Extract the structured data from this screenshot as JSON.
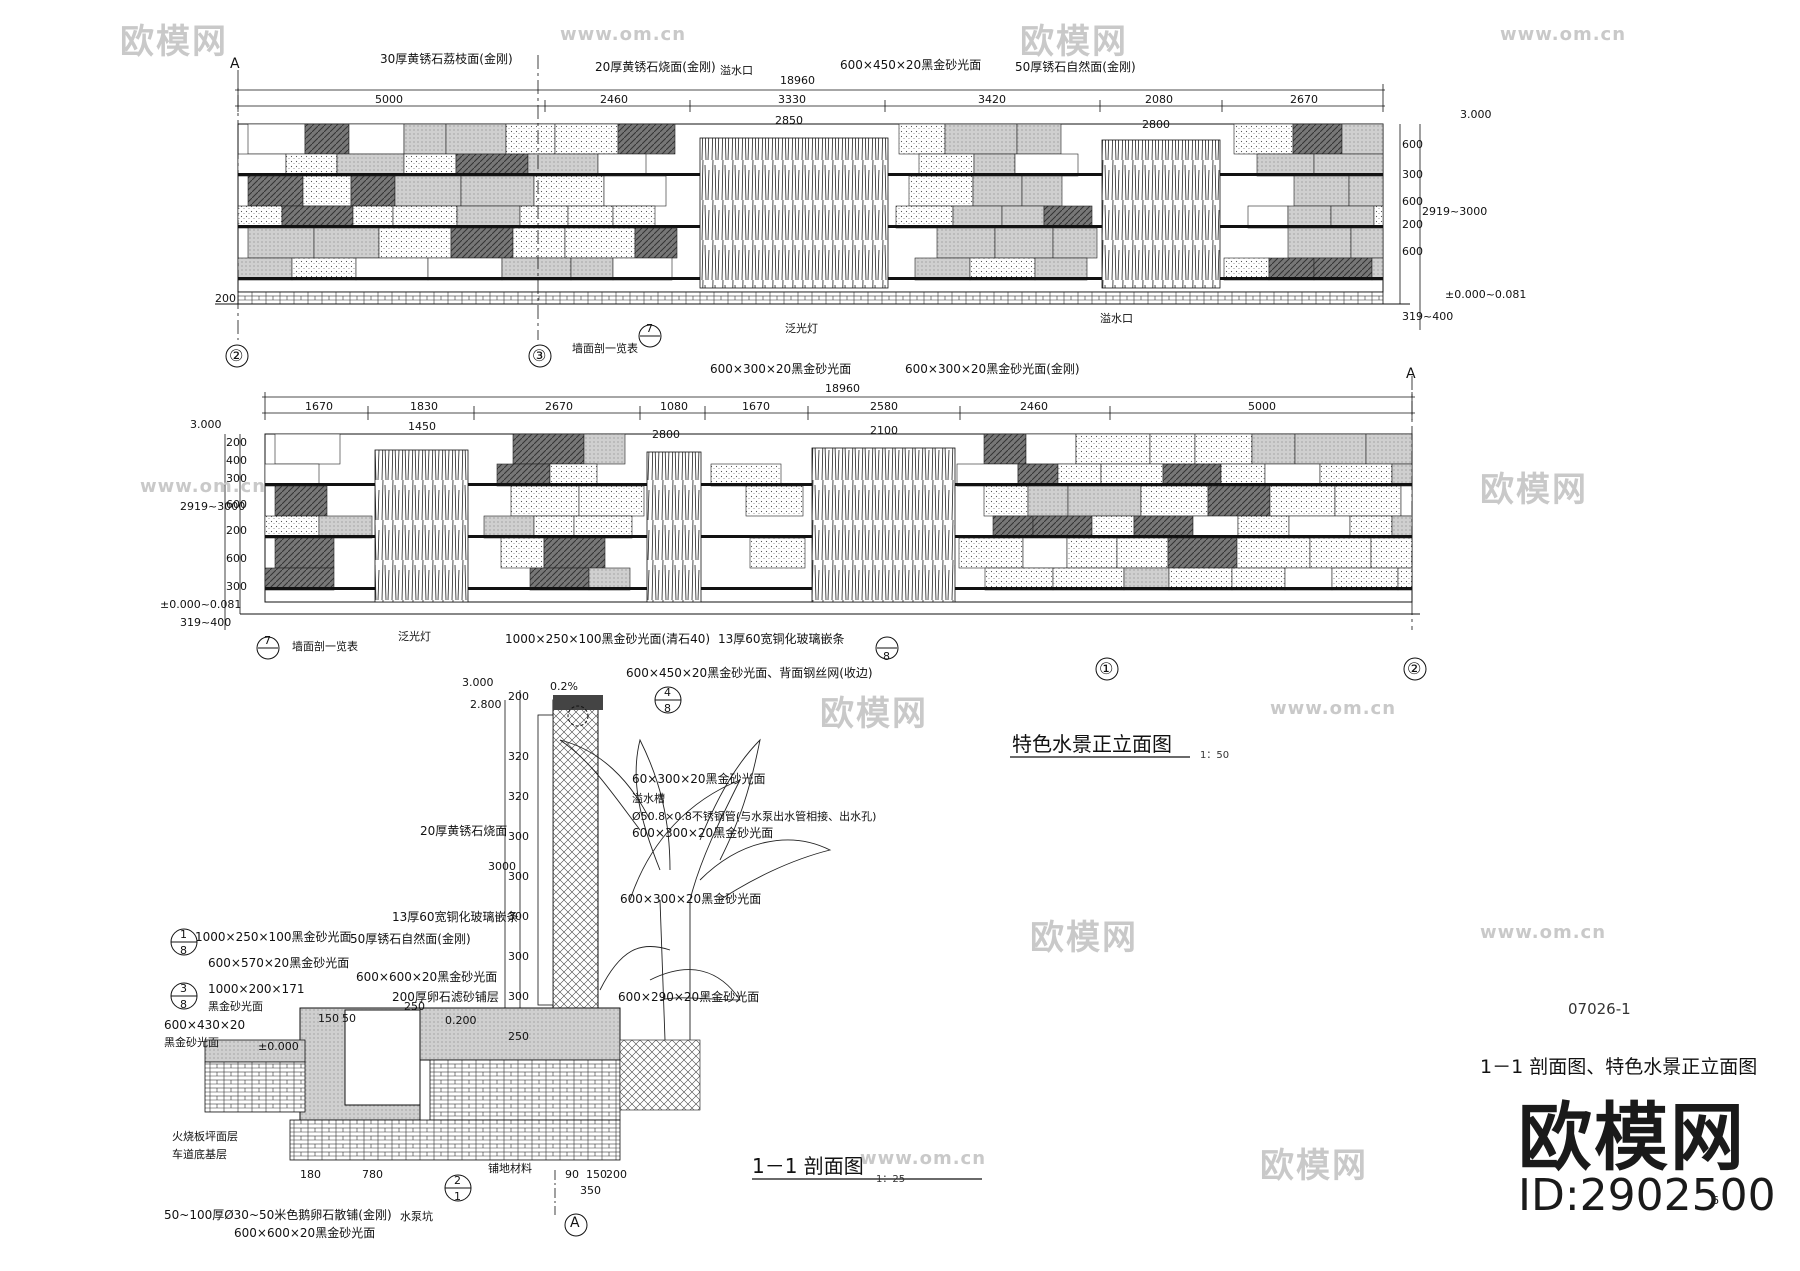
{
  "watermark": {
    "cn": "欧模网",
    "url": "www.om.cn"
  },
  "elevation_top": {
    "section_mark": "A",
    "overall": "18960",
    "dims": [
      "5000",
      "2460",
      "3330",
      "3420",
      "2080",
      "2670"
    ],
    "sub_dims": [
      "2850",
      "2800"
    ],
    "notes": [
      "30厚黄锈石荔枝面(金刚)",
      "20厚黄锈石烧面(金刚)",
      "溢水口",
      "600×450×20黑金砂光面",
      "50厚锈石自然面(金刚)",
      "溢水口",
      "泛光灯",
      "墙面剖一览表"
    ],
    "level_top": "3.000",
    "level_bottom": "±0.000~0.081",
    "side_dims": [
      "600",
      "300",
      "600",
      "200",
      "600",
      "2919~3000",
      "319~400",
      "200"
    ],
    "axis_left": "②",
    "axis_mid": "③",
    "detail_mark": "7"
  },
  "elevation_bottom": {
    "section_mark": "A",
    "overall": "18960",
    "dims": [
      "1670",
      "1830",
      "2670",
      "1080",
      "1670",
      "2580",
      "2460",
      "5000"
    ],
    "sub_dims": [
      "1450",
      "2800",
      "2100"
    ],
    "notes": [
      "600×300×20黑金砂光面",
      "600×300×20黑金砂光面(金刚)",
      "1000×250×100黑金砂光面(清石40)",
      "13厚60宽铜化玻璃嵌条",
      "墙面剖一览表",
      "泛光灯"
    ],
    "level_top": "3.000",
    "level_bottom": "±0.000~0.081",
    "side_dims": [
      "200",
      "400",
      "300",
      "600",
      "200",
      "600",
      "300",
      "2919~3000",
      "319~400"
    ],
    "axis_one": "①",
    "axis_two": "②",
    "detail_mark": "7",
    "detail_mark_2": "8"
  },
  "section": {
    "title": "1－1 剖面图",
    "scale": "1：25",
    "levels": [
      "3.000",
      "2.800",
      "±0.000",
      "0.200"
    ],
    "dims_v": [
      "200",
      "320",
      "320",
      "300",
      "300",
      "300",
      "300",
      "300",
      "250",
      "3000"
    ],
    "dims_h": [
      "180",
      "780",
      "350",
      "90",
      "150",
      "200",
      "250",
      "150",
      "50"
    ],
    "slope": "0.2%",
    "notes": [
      "600×450×20黑金砂光面、背面钢丝网(收边)",
      "60×300×20黑金砂光面",
      "溢水槽",
      "Ø50.8×0.8不锈钢管(与水泵出水管相接、出水孔)",
      "600×300×20黑金砂光面",
      "20厚黄锈石烧面",
      "600×300×20黑金砂光面",
      "13厚60宽铜化玻璃嵌条",
      "1000×250×100黑金砂光面",
      "50厚锈石自然面(金刚)",
      "600×570×20黑金砂光面",
      "600×600×20黑金砂光面",
      "1000×200×171",
      "200厚卵石滤砂铺层",
      "黑金砂光面",
      "600×430×20",
      "黑金砂光面",
      "600×290×20黑金砂光面",
      "50~100厚Ø30~50米色鹅卵石散铺(金刚)",
      "600×600×20黑金砂光面",
      "火烧板坪面层",
      "车道底基层",
      "水泵坑",
      "铺地材料"
    ],
    "markers": [
      "4",
      "8",
      "1",
      "8",
      "3",
      "8",
      "2",
      "1",
      "A"
    ]
  },
  "elevation_title": {
    "text": "特色水景正立面图",
    "scale": "1：50"
  },
  "sheet": {
    "code": "07026-1",
    "title": "1－1 剖面图、特色水景正立面图",
    "page": "6"
  },
  "brand": {
    "name": "欧模网",
    "id": "ID:2902500"
  }
}
